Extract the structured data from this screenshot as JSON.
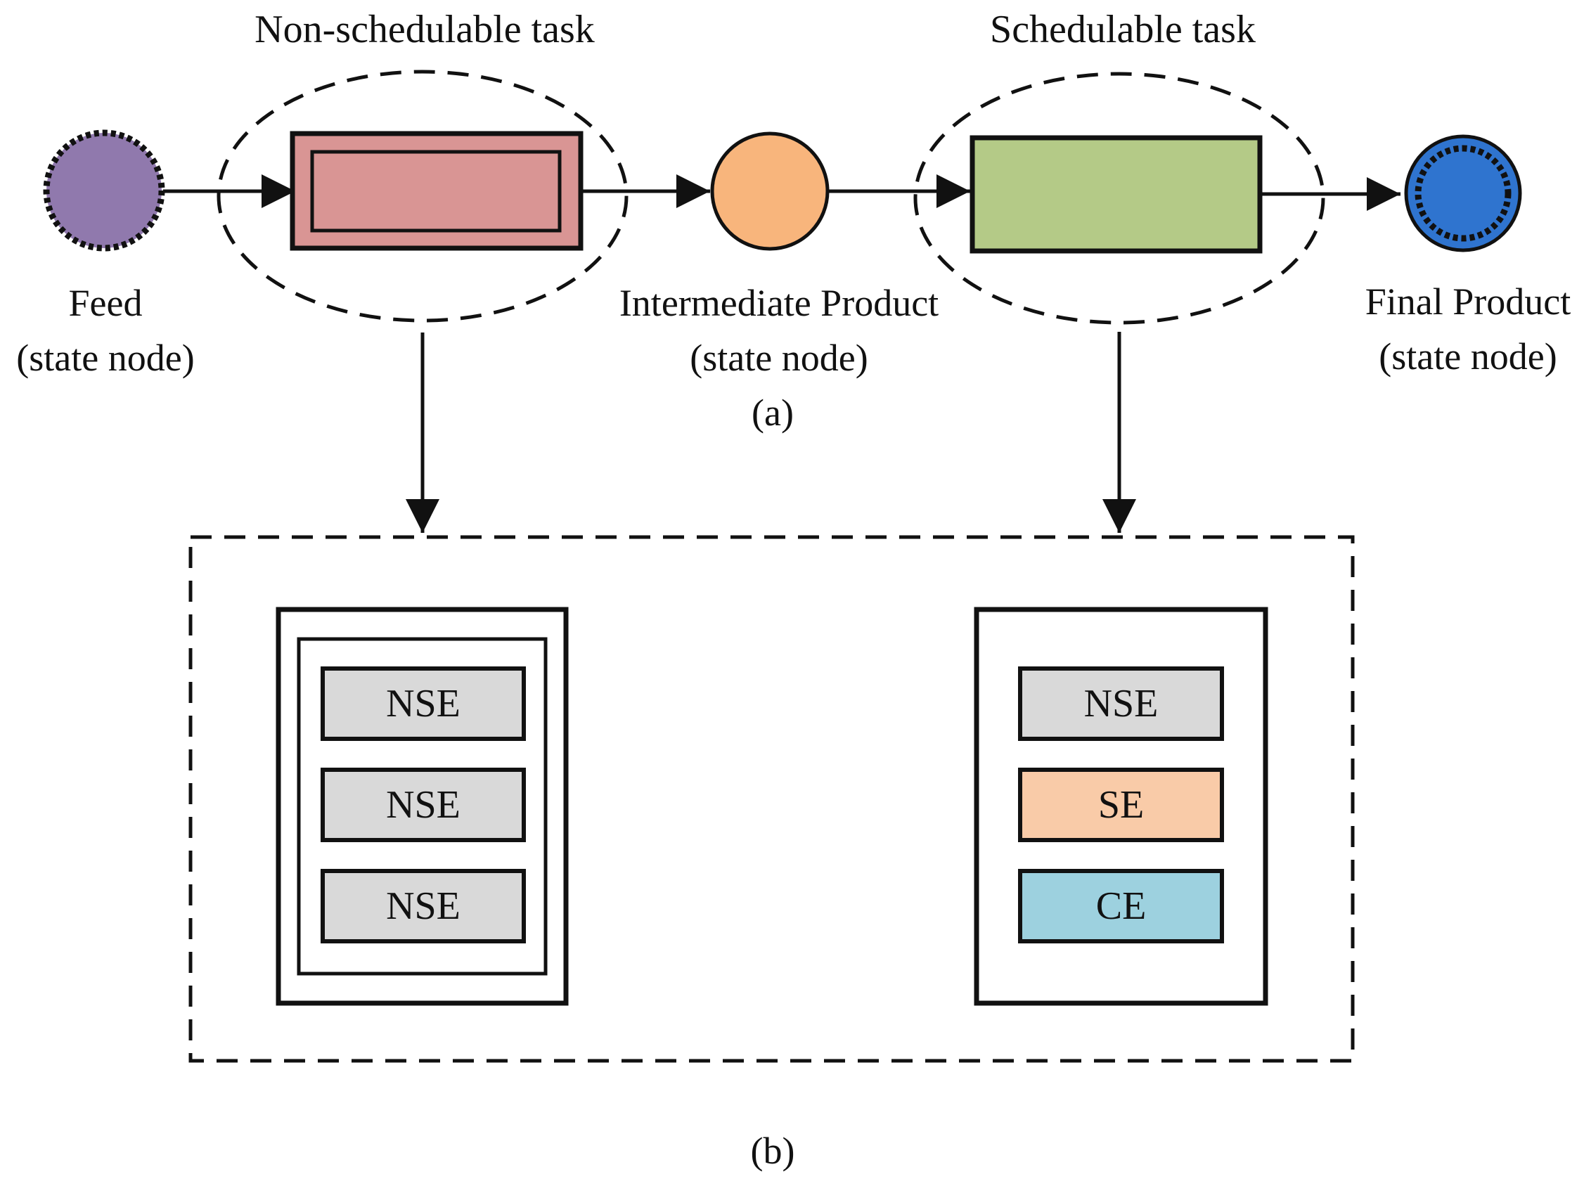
{
  "colors": {
    "feed": "#9079AD",
    "non_schedulable_task": "#D99594",
    "intermediate": "#F8B57C",
    "schedulable_task": "#B4CA87",
    "final": "#2F74CF",
    "nse": "#D9D9D9",
    "se": "#F9CBA8",
    "ce": "#9DD1DF",
    "stroke": "#111111"
  },
  "part_a": {
    "non_schedulable_label": "Non-schedulable task",
    "schedulable_label": "Schedulable task",
    "feed": {
      "name": "Feed",
      "type": "(state node)"
    },
    "intermediate": {
      "name": "Intermediate Product",
      "type": "(state node)"
    },
    "final": {
      "name": "Final Product",
      "type": "(state node)"
    },
    "caption": "(a)"
  },
  "part_b": {
    "left_group": [
      "NSE",
      "NSE",
      "NSE"
    ],
    "right_group": [
      "NSE",
      "SE",
      "CE"
    ],
    "caption": "(b)"
  }
}
